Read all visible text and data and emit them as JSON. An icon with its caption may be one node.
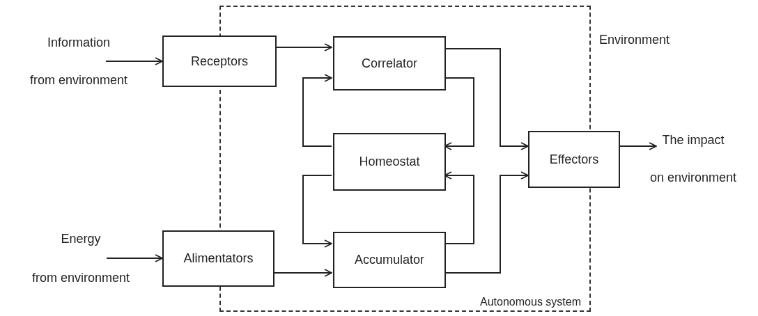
{
  "diagram": {
    "nodes": [
      {
        "text": [
          "Autonomous system"
        ]
      },
      {
        "text": [
          "Information",
          "from environment"
        ]
      },
      {
        "text": [
          "Receptors"
        ]
      },
      {
        "text": [
          "Correlator"
        ],
        "in": 0
      },
      {
        "text": [
          "Homeostat"
        ],
        "in": 0
      },
      {
        "text": [
          "Energy",
          "from environment"
        ]
      },
      {
        "text": [
          "Alimentators"
        ]
      },
      {
        "text": [
          "Accumulator"
        ],
        "in": 0
      },
      {
        "text": [
          "Effectors"
        ]
      },
      {
        "text": [
          "The impact",
          "on environment"
        ]
      }
    ],
    "edges": [
      {
        "from": 1,
        "to": 2,
        "arrow": "to"
      },
      {
        "from": 2,
        "to": 3,
        "arrow": "to"
      },
      {
        "from": 4,
        "to": 3,
        "arrow": "to"
      },
      {
        "from": 3,
        "to": 4,
        "arrow": "to"
      },
      {
        "from": 3,
        "to": 8,
        "arrow": "to"
      },
      {
        "from": 4,
        "to": 7,
        "arrow": "to"
      },
      {
        "from": 7,
        "to": 4,
        "arrow": "to"
      },
      {
        "from": 7,
        "to": 8,
        "arrow": "to"
      },
      {
        "from": 5,
        "to": 6,
        "arrow": "to"
      },
      {
        "from": 6,
        "to": 7,
        "arrow": "to"
      },
      {
        "from": 8,
        "to": 9,
        "arrow": "to"
      }
    ],
    "labels": [
      "Environment"
    ]
  }
}
